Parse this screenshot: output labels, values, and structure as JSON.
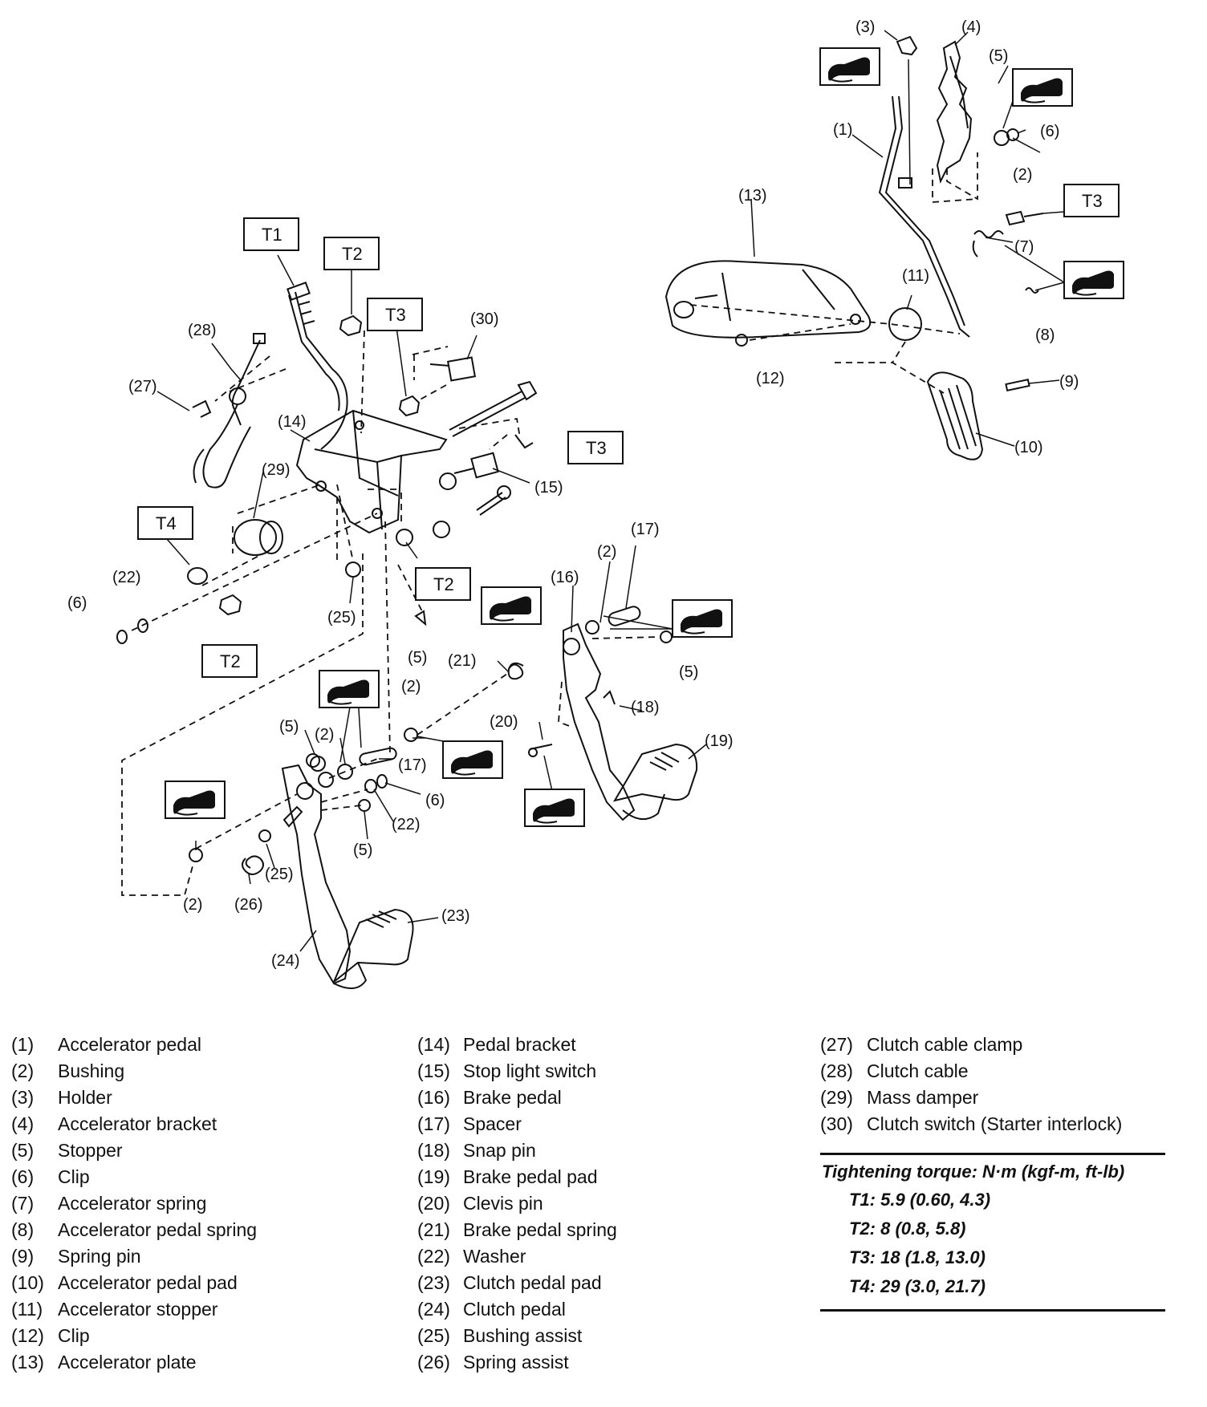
{
  "callouts": {
    "n1": "(1)",
    "n2": "(2)",
    "n3": "(3)",
    "n4": "(4)",
    "n5": "(5)",
    "n6": "(6)",
    "n7": "(7)",
    "n8": "(8)",
    "n9": "(9)",
    "n10": "(10)",
    "n11": "(11)",
    "n12": "(12)",
    "n13": "(13)",
    "n14": "(14)",
    "n15": "(15)",
    "n16": "(16)",
    "n17": "(17)",
    "n18": "(18)",
    "n19": "(19)",
    "n20": "(20)",
    "n21": "(21)",
    "n22": "(22)",
    "n23": "(23)",
    "n24": "(24)",
    "n25": "(25)",
    "n26": "(26)",
    "n27": "(27)",
    "n28": "(28)",
    "n29": "(29)",
    "n30": "(30)"
  },
  "torque_tags": {
    "t1": "T1",
    "t2": "T2",
    "t3": "T3",
    "t4": "T4"
  },
  "grease_icon": "grease-symbol-icon",
  "legend": {
    "col1": [
      {
        "num": "(1)",
        "label": "Accelerator pedal"
      },
      {
        "num": "(2)",
        "label": "Bushing"
      },
      {
        "num": "(3)",
        "label": "Holder"
      },
      {
        "num": "(4)",
        "label": "Accelerator bracket"
      },
      {
        "num": "(5)",
        "label": "Stopper"
      },
      {
        "num": "(6)",
        "label": "Clip"
      },
      {
        "num": "(7)",
        "label": "Accelerator spring"
      },
      {
        "num": "(8)",
        "label": "Accelerator pedal spring"
      },
      {
        "num": "(9)",
        "label": "Spring pin"
      },
      {
        "num": "(10)",
        "label": "Accelerator pedal pad"
      },
      {
        "num": "(11)",
        "label": "Accelerator stopper"
      },
      {
        "num": "(12)",
        "label": "Clip"
      },
      {
        "num": "(13)",
        "label": "Accelerator plate"
      }
    ],
    "col2": [
      {
        "num": "(14)",
        "label": "Pedal bracket"
      },
      {
        "num": "(15)",
        "label": "Stop light switch"
      },
      {
        "num": "(16)",
        "label": "Brake pedal"
      },
      {
        "num": "(17)",
        "label": "Spacer"
      },
      {
        "num": "(18)",
        "label": "Snap pin"
      },
      {
        "num": "(19)",
        "label": "Brake pedal pad"
      },
      {
        "num": "(20)",
        "label": "Clevis pin"
      },
      {
        "num": "(21)",
        "label": "Brake pedal spring"
      },
      {
        "num": "(22)",
        "label": "Washer"
      },
      {
        "num": "(23)",
        "label": "Clutch pedal pad"
      },
      {
        "num": "(24)",
        "label": "Clutch pedal"
      },
      {
        "num": "(25)",
        "label": "Bushing assist"
      },
      {
        "num": "(26)",
        "label": "Spring assist"
      }
    ],
    "col3": [
      {
        "num": "(27)",
        "label": "Clutch cable clamp"
      },
      {
        "num": "(28)",
        "label": "Clutch cable"
      },
      {
        "num": "(29)",
        "label": "Mass damper"
      },
      {
        "num": "(30)",
        "label": "Clutch switch (Starter interlock)"
      }
    ]
  },
  "torque": {
    "title": "Tightening torque: N·m (kgf-m, ft-lb)",
    "rows": [
      {
        "id": "T1",
        "text": "T1: 5.9 (0.60, 4.3)"
      },
      {
        "id": "T2",
        "text": "T2: 8 (0.8, 5.8)"
      },
      {
        "id": "T3",
        "text": "T3: 18 (1.8, 13.0)"
      },
      {
        "id": "T4",
        "text": "T4: 29 (3.0, 21.7)"
      }
    ]
  }
}
